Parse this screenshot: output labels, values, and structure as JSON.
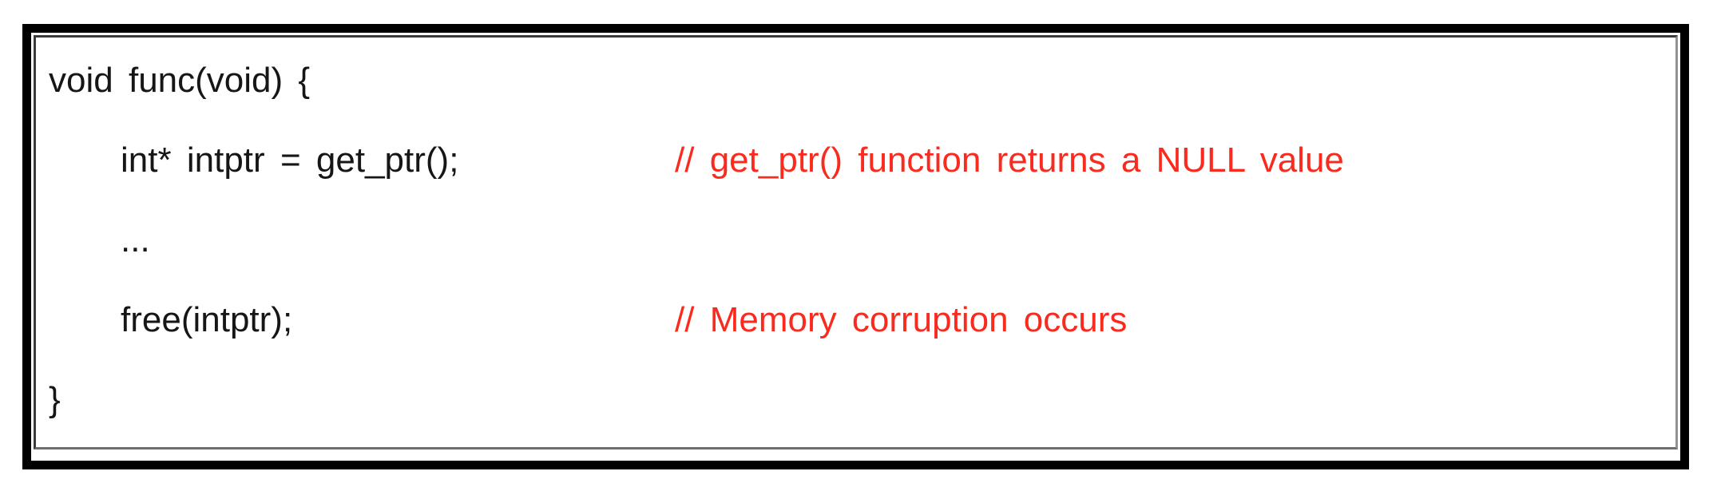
{
  "colors": {
    "text": "#161616",
    "comment": "#f92a1e",
    "border_outer": "#000000",
    "border_inner_dark": "#3a3a3a",
    "border_inner_light": "#919191",
    "background": "#ffffff"
  },
  "code_block": {
    "language": "C",
    "description": "code snippet with red inline comments about NULL pointer free",
    "lines": [
      {
        "code": "void func(void) {",
        "comment": ""
      },
      {
        "code": "int* intptr = get_ptr();",
        "comment": "// get_ptr() function returns a NULL value"
      },
      {
        "code": "...",
        "comment": ""
      },
      {
        "code": "free(intptr);",
        "comment": "// Memory corruption occurs"
      },
      {
        "code": "}",
        "comment": ""
      }
    ]
  }
}
